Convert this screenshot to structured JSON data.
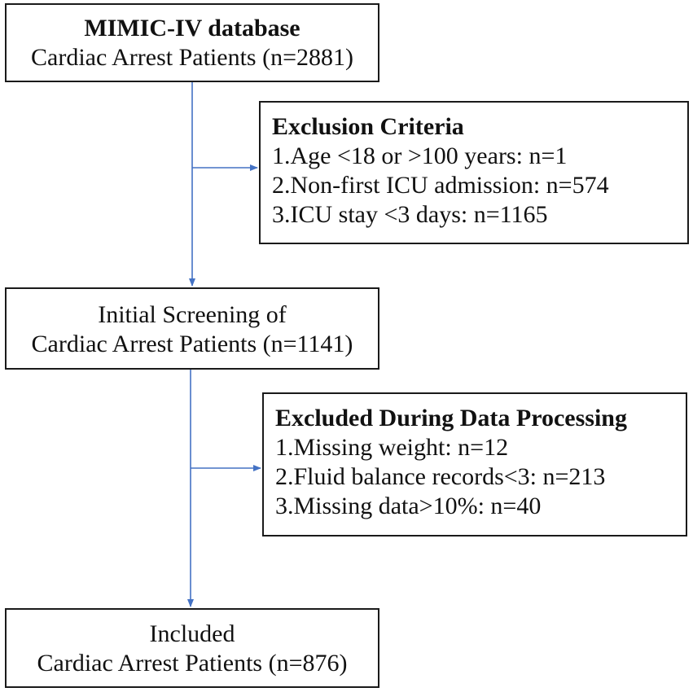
{
  "box1": {
    "title": "MIMIC-IV database",
    "line": "Cardiac Arrest Patients (n=2881)"
  },
  "exclusion1": {
    "title": "Exclusion Criteria",
    "items": [
      "1.Age <18 or >100 years: n=1",
      "2.Non-first ICU admission: n=574",
      "3.ICU stay <3 days: n=1165"
    ]
  },
  "box2": {
    "line1": "Initial Screening of",
    "line2": "Cardiac Arrest Patients (n=1141)"
  },
  "exclusion2": {
    "title": "Excluded During Data Processing",
    "items": [
      "1.Missing weight: n=12",
      "2.Fluid balance records<3: n=213",
      "3.Missing data>10%: n=40"
    ]
  },
  "box3": {
    "line1": "Included",
    "line2": "Cardiac Arrest Patients (n=876)"
  },
  "colors": {
    "arrow": "#4472c4",
    "border": "#1a1a1a"
  }
}
